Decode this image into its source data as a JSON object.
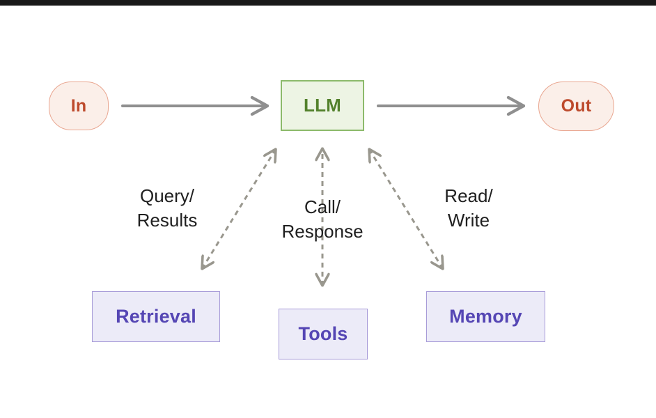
{
  "colors": {
    "top_bar": "#191919",
    "canvas_bg": "#ffffff",
    "pill_fill": "#fbefe9",
    "pill_border": "#e9a690",
    "pill_text": "#bd4a2c",
    "llm_fill": "#edf4e4",
    "llm_border": "#8cba6b",
    "llm_text": "#53812c",
    "module_fill": "#ecebf8",
    "module_border": "#a79bd8",
    "module_text": "#5546b4",
    "solid_arrow": "#8f8f8f",
    "dashed_arrow": "#99978e",
    "label_text": "#202020"
  },
  "diagram": {
    "nodes": {
      "input": "In",
      "llm": "LLM",
      "output": "Out"
    },
    "modules": [
      {
        "name": "retrieval",
        "label": "Retrieval",
        "link": [
          "Query/",
          "Results"
        ]
      },
      {
        "name": "tools",
        "label": "Tools",
        "link": [
          "Call/",
          "Response"
        ]
      },
      {
        "name": "memory",
        "label": "Memory",
        "link": [
          "Read/",
          "Write"
        ]
      }
    ]
  }
}
